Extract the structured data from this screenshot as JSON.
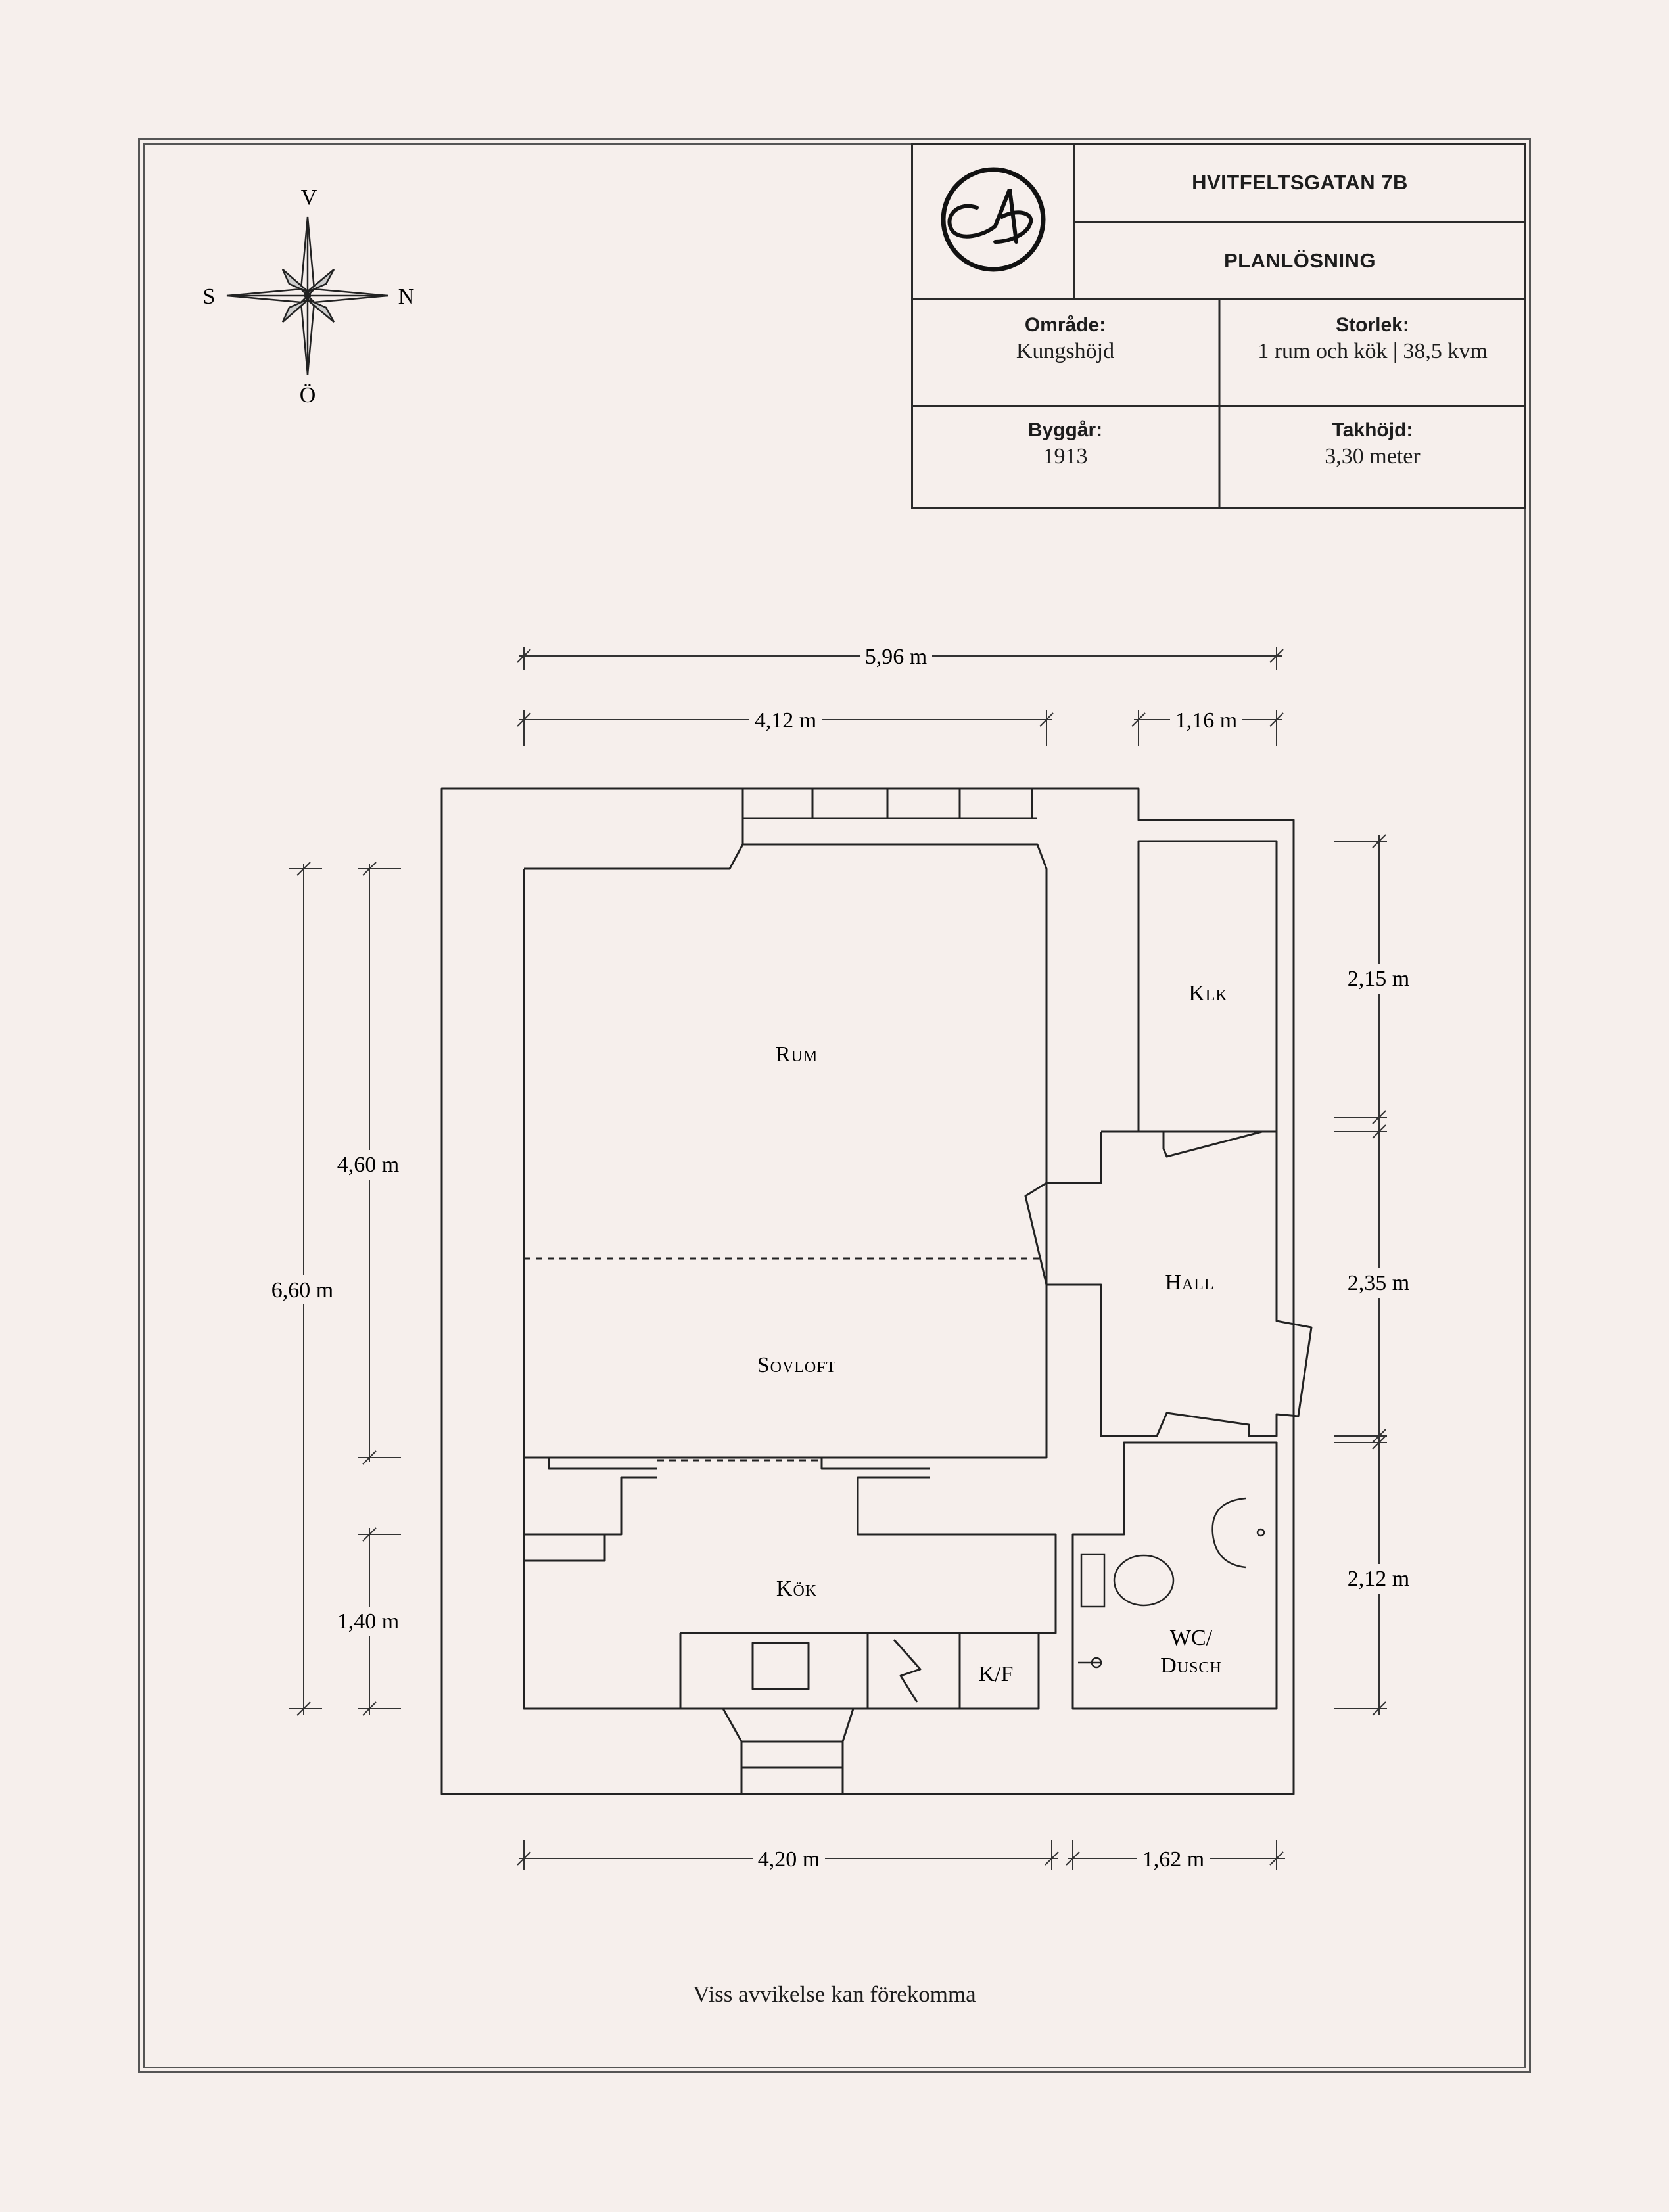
{
  "header": {
    "address": "HVITFELTSGATAN 7B",
    "doc_type": "PLANLÖSNING",
    "omrade_label": "Område:",
    "omrade_value": "Kungshöjd",
    "storlek_label": "Storlek:",
    "storlek_value": "1 rum och kök | 38,5 kvm",
    "byggar_label": "Byggår:",
    "byggar_value": "1913",
    "takhojd_label": "Takhöjd:",
    "takhojd_value": "3,30 meter"
  },
  "compass": {
    "north": "N",
    "south": "S",
    "west": "V",
    "east": "Ö"
  },
  "rooms": {
    "rum": "Rum",
    "sovloft": "Sovloft",
    "klk": "Klk",
    "hall": "Hall",
    "kok": "Kök",
    "kf": "K/F",
    "wc_line1": "WC/",
    "wc_line2": "Dusch"
  },
  "dimensions": {
    "top_total": "5,96 m",
    "top_left": "4,12 m",
    "top_right": "1,16 m",
    "left_outer": "6,60 m",
    "left_upper": "4,60 m",
    "left_lower": "1,40 m",
    "right_upper": "2,15 m",
    "right_middle": "2,35 m",
    "right_lower": "2,12 m",
    "bottom_left": "4,20 m",
    "bottom_right": "1,62 m"
  },
  "footer": {
    "disclaimer": "Viss avvikelse kan förekomma"
  },
  "colors": {
    "background": "#f6efec",
    "ink": "#1d1d1d",
    "frame": "#555555"
  }
}
